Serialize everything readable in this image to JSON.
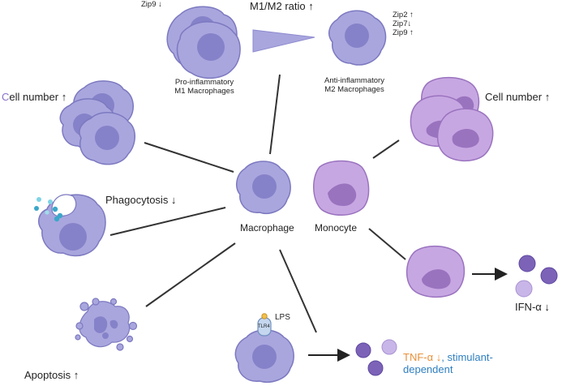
{
  "colors": {
    "macrophage_fill": "#A9A6DE",
    "macrophage_stroke": "#7C79C0",
    "nucleus": "#8682C9",
    "monocyte_fill": "#C7A7E2",
    "monocyte_nucleus": "#9A73BF",
    "tnf": "#E8903A",
    "stimulant": "#2F7FC1",
    "line": "#333333"
  },
  "labels": {
    "m1m2_ratio": "M1/M2 ratio ↑",
    "m1_zip": "Zip9 ↓",
    "m1_title_1": "Pro-inflammatory",
    "m1_title_2": "M1 Macrophages",
    "m2_zip_1": "Zip2 ↑",
    "m2_zip_2": "Zip7↓",
    "m2_zip_3": "Zip9 ↑",
    "m2_title_1": "Anti-inflammatory",
    "m2_title_2": "M2 Macrophages",
    "cell_number_left_c": "C",
    "cell_number_left_rest": "ell number ↑",
    "cell_number_right": "Cell number ↑",
    "phagocytosis": "Phagocytosis ↓",
    "macrophage": "Macrophage",
    "monocyte": "Monocyte",
    "apoptosis": "Apoptosis ↑",
    "lps": "LPS",
    "tlr4": "TLR4",
    "ifn": "IFN-α ↓",
    "tnf": "TNF-α ↓",
    "stimulant_1": ", stimulant-",
    "stimulant_2": "dependent"
  }
}
